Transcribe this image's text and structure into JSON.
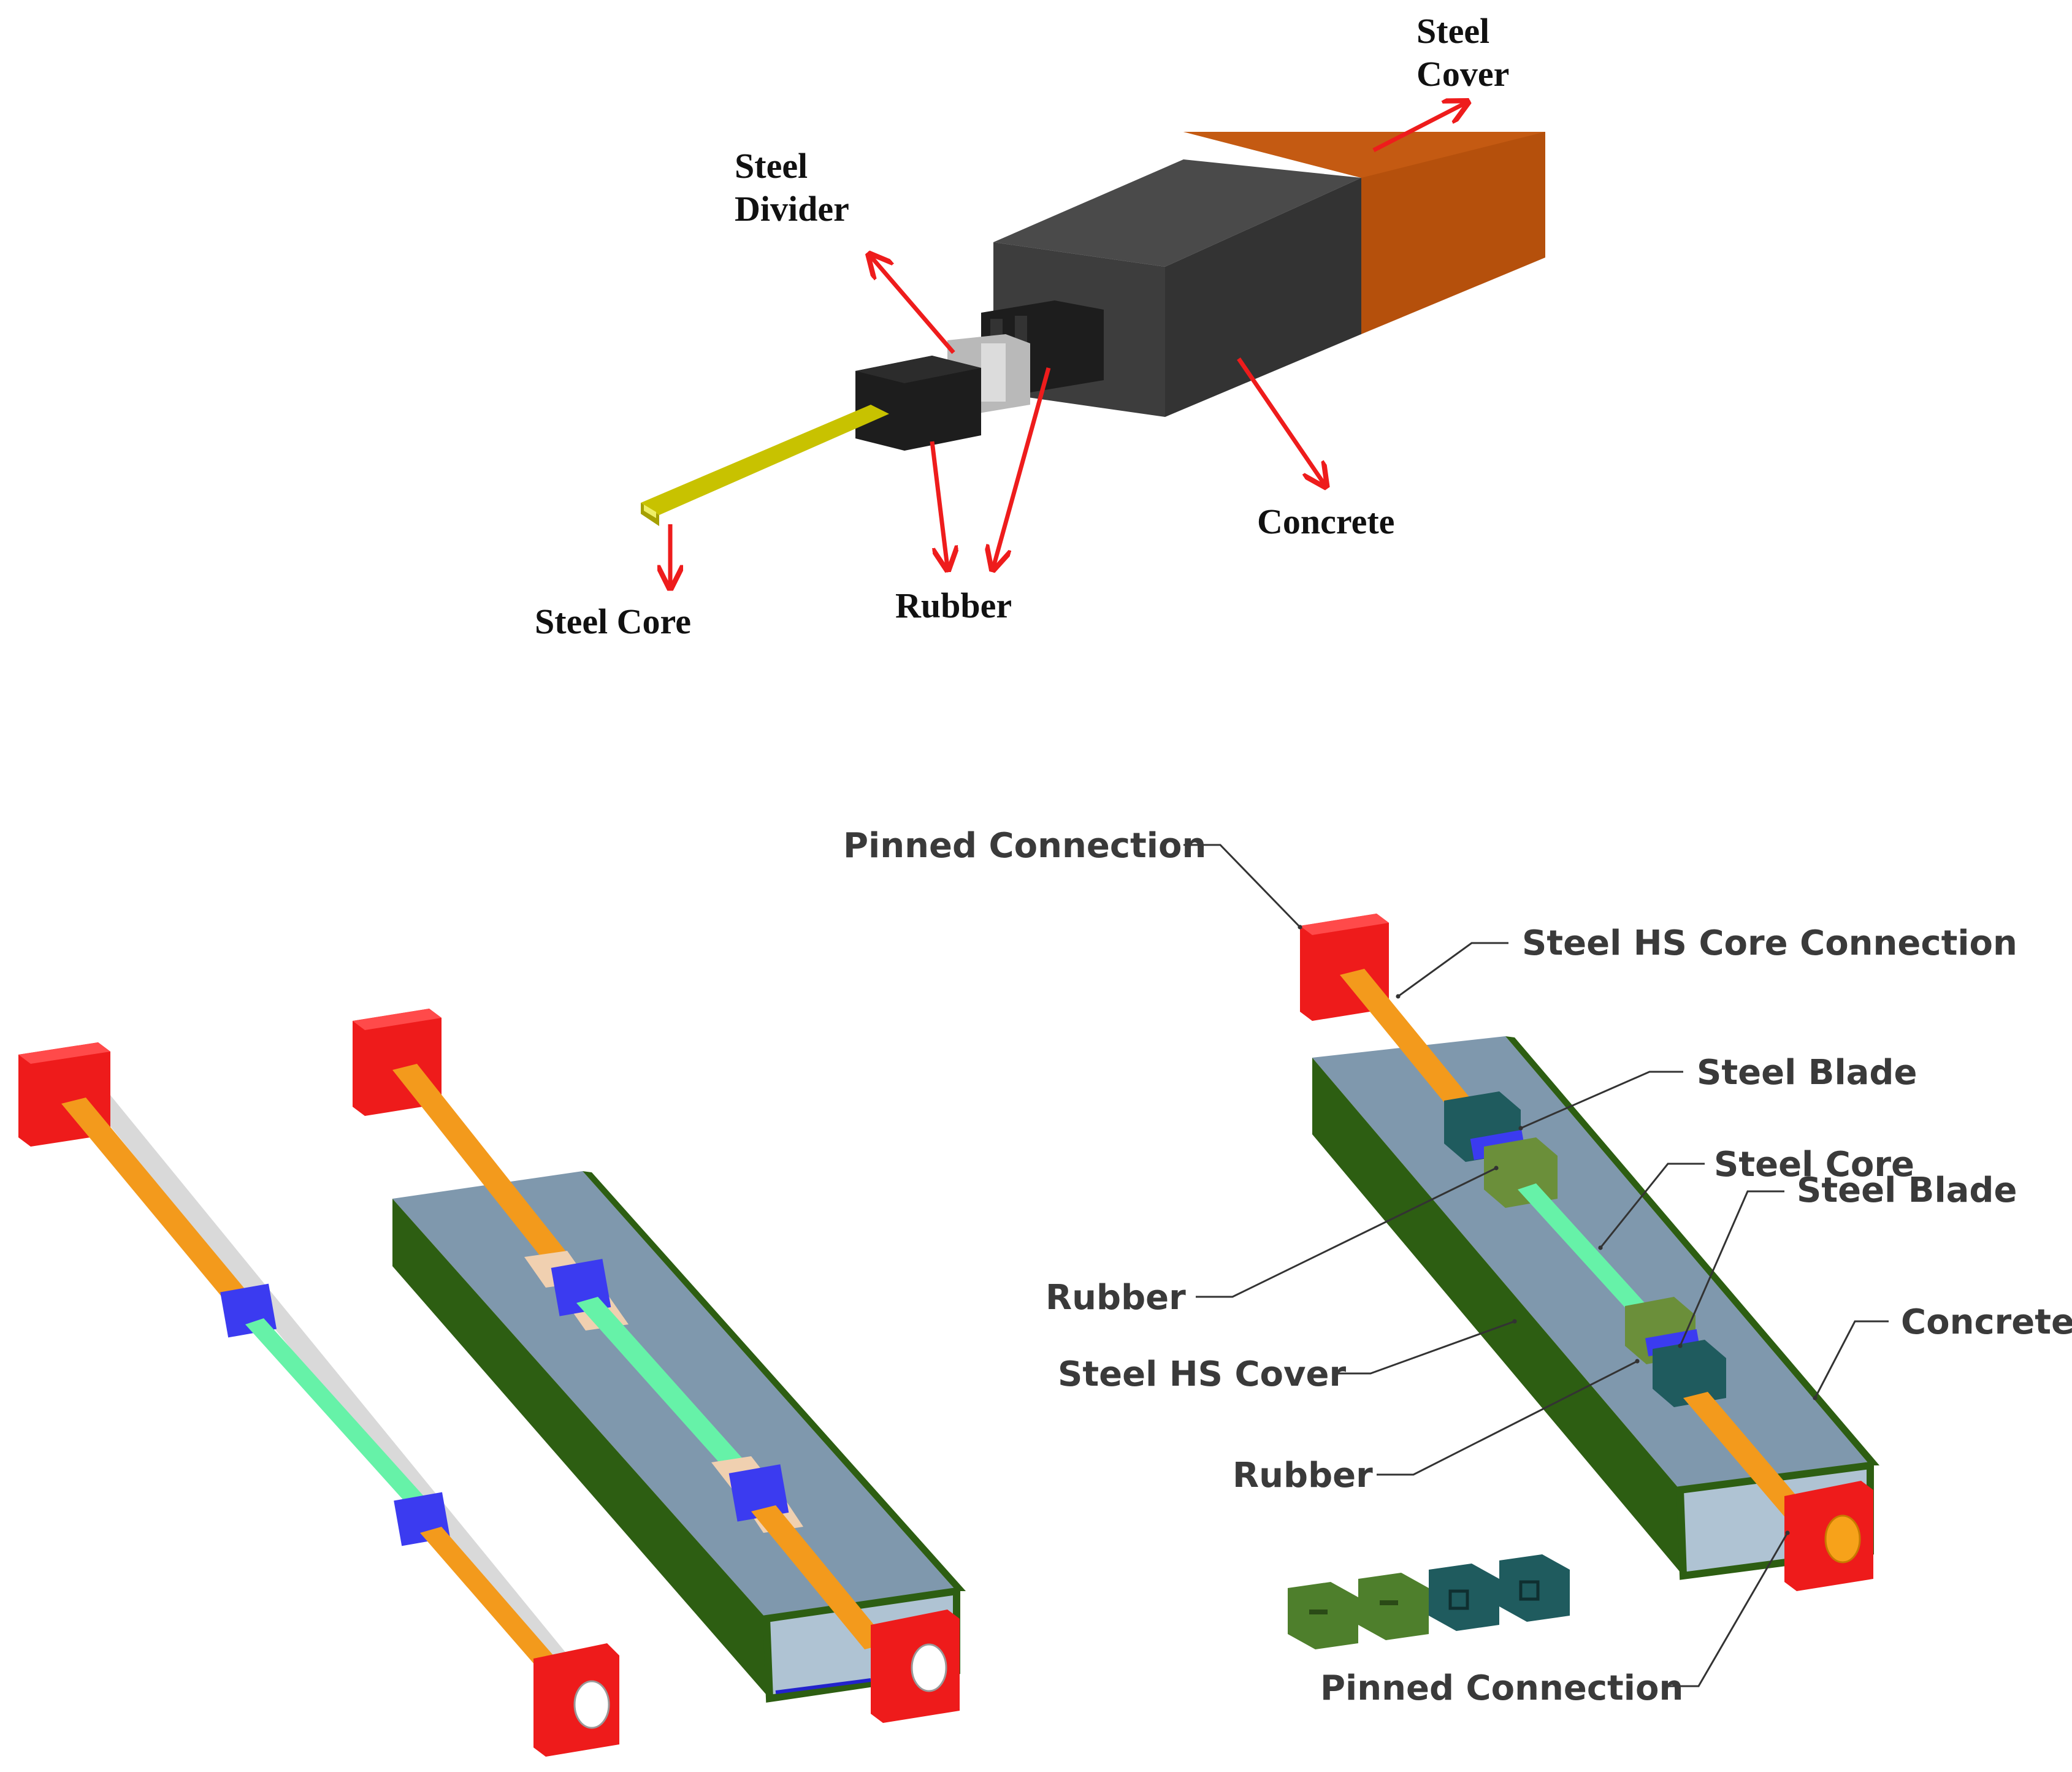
{
  "top_diagram": {
    "labels": {
      "steel_cover": [
        "Steel",
        "Cover"
      ],
      "steel_divider": [
        "Steel",
        "Divider"
      ],
      "concrete": "Concrete",
      "steel_core": "Steel Core",
      "rubber": "Rubber"
    }
  },
  "bottom_right_diagram": {
    "labels": {
      "pinned_connection_top": "Pinned Connection",
      "steel_hs_core_connection": "Steel HS Core Connection",
      "steel_blade_1": "Steel Blade",
      "steel_core": "Steel Core",
      "steel_blade_2": "Steel Blade",
      "rubber_1": "Rubber",
      "concrete": "Concrete",
      "steel_hs_cover": "Steel HS Cover",
      "rubber_2": "Rubber",
      "pinned_connection_bottom": "Pinned Connection"
    }
  },
  "colors": {
    "arrow": "#ee1c1c",
    "steel_cover": "#b5500c",
    "concrete_dark": "#3a3a3a",
    "steel_core_top": "#c8c200",
    "pinned": "#ee1b1b",
    "core_orange": "#f39a1c",
    "core_green": "#66f2a8",
    "divider_blue": "#3b3bf0",
    "cover_green": "#2d5e12",
    "concrete_slate": "#7f98ad"
  }
}
